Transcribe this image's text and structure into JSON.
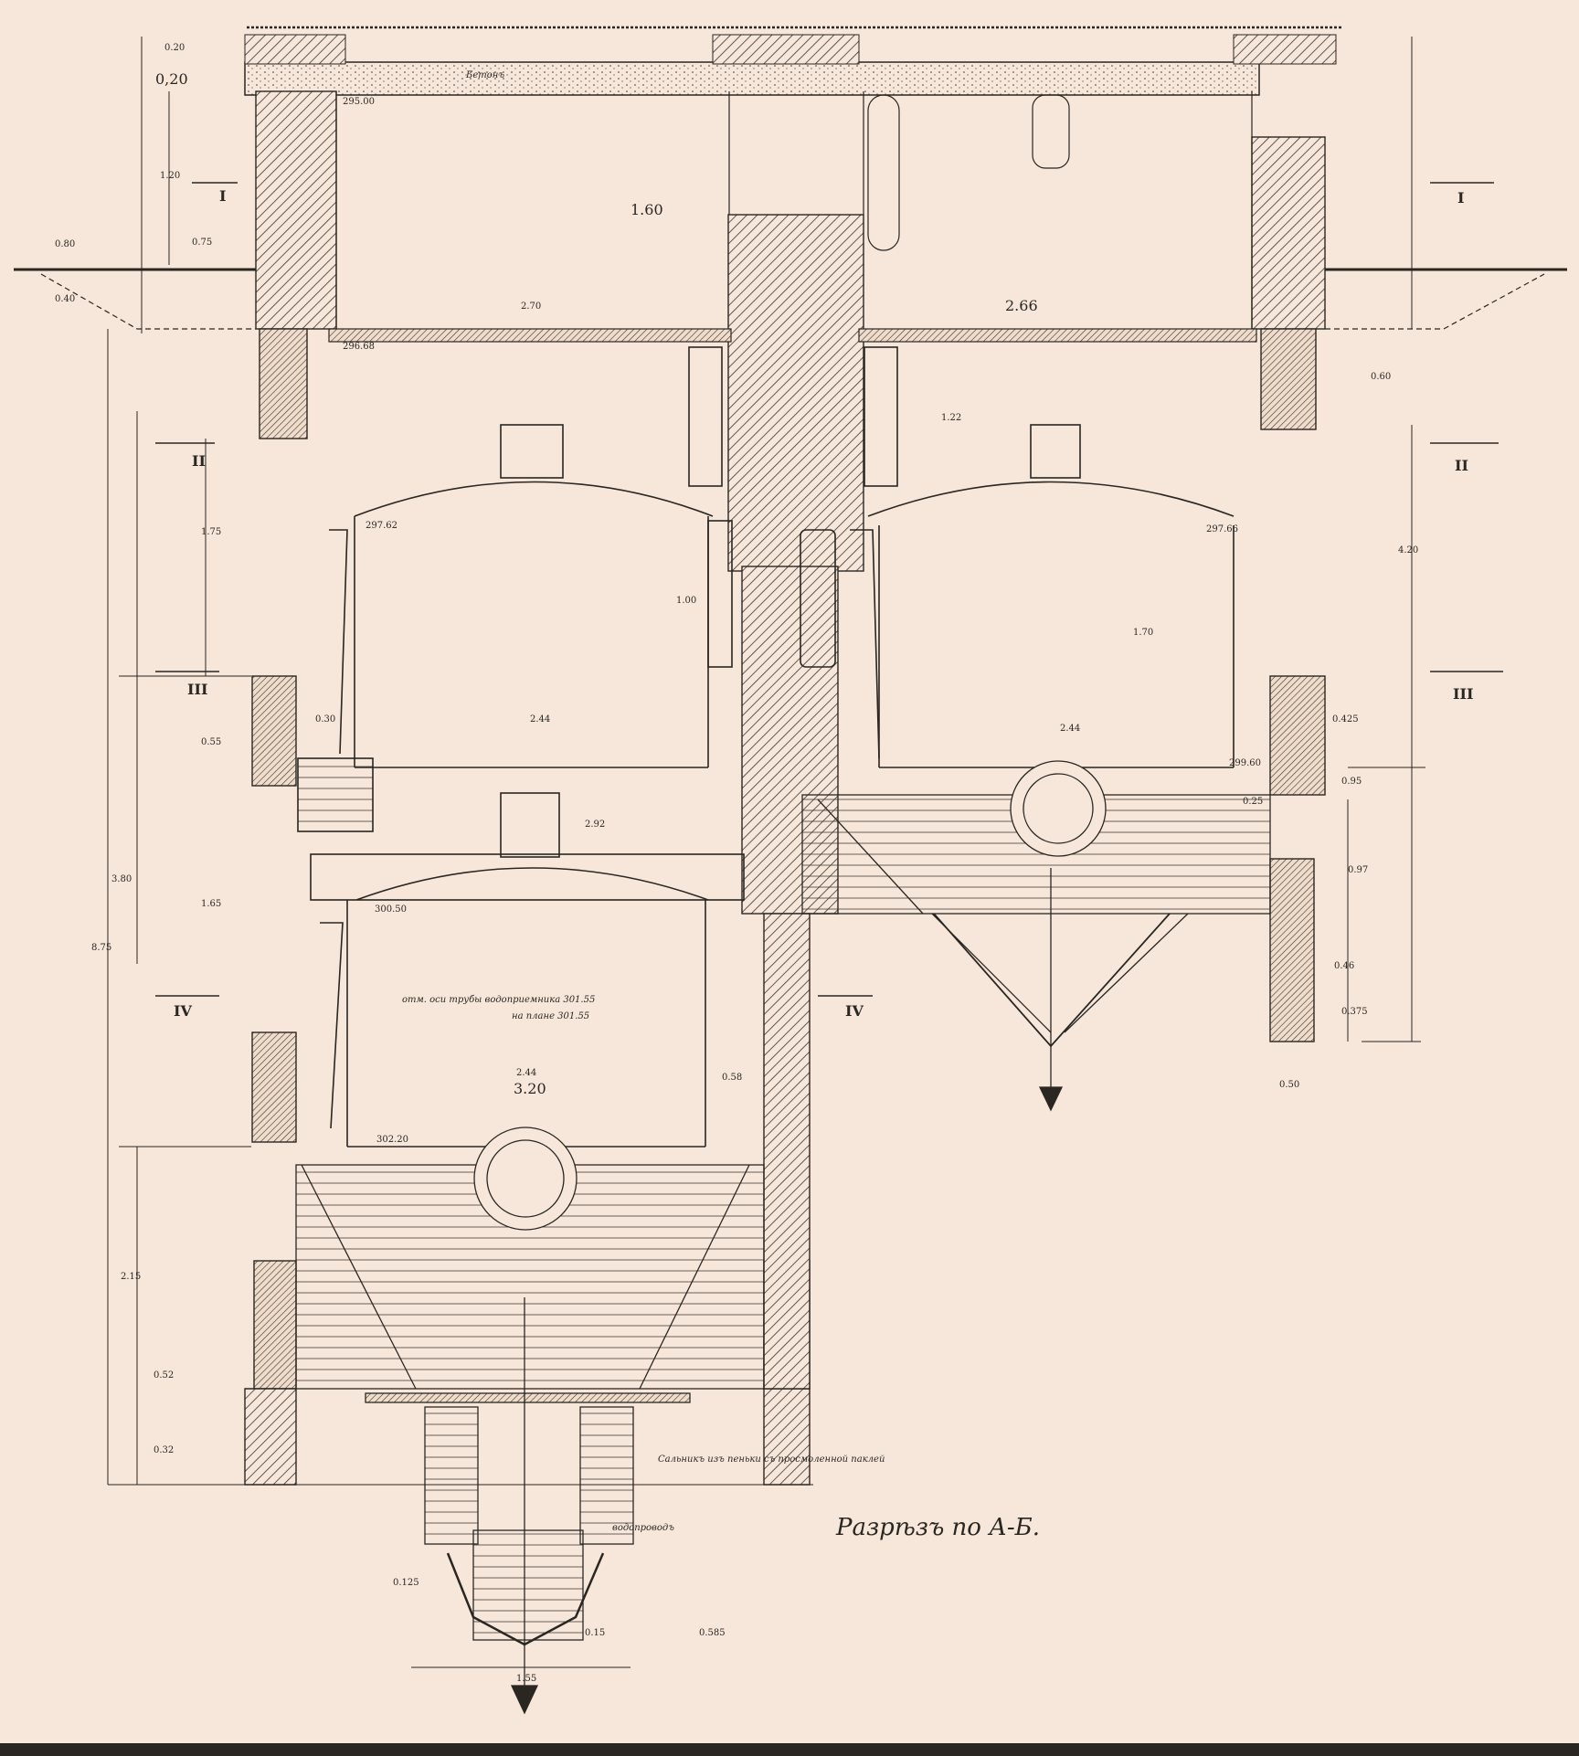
{
  "drawing": {
    "title": "Разрѣзъ по А-Б.",
    "colors": {
      "paper": "#f6e7da",
      "ink": "#2a2622",
      "hatch": "#3a3530"
    },
    "section_marks": [
      "I",
      "I",
      "II",
      "II",
      "III",
      "III",
      "IV",
      "IV"
    ],
    "labels": {
      "top_level": "0,20",
      "room_height": "1.60",
      "slab_note": "Бетонъ",
      "overflow_note": "отм. оси трубы водоприемника 301.55",
      "overflow_note_2": "на плане 301.55",
      "tank_width_upper": "2.44",
      "tank_width_lower": "2.44",
      "tank_span": "3.20",
      "upper_left_span": "2.70",
      "upper_right_span": "2.66",
      "lower_width": "2.92",
      "bottom_width": "1.55",
      "mark_upper_left": "297.62",
      "mark_upper_right": "297.66",
      "mark_lower": "300.50",
      "mark_level_a": "299.60",
      "mark_level_b": "302.20",
      "mark_level_c": "296.68",
      "mark_level_d": "295.00",
      "left_total": "8.75",
      "left_mid": "3.80",
      "left_low": "2.15",
      "right_total": "4.20",
      "note_bottom": "Сальникъ изъ пеньки съ просмоленной паклей",
      "note_pipe": "водопроводъ"
    },
    "dimensions": [
      "0.20",
      "0.40",
      "0.80",
      "0.75",
      "1.20",
      "1.75",
      "1.65",
      "1.22",
      "1.00",
      "1.70",
      "0.55",
      "0.50",
      "0.25",
      "0.58",
      "0.30",
      "0.97",
      "0.95",
      "0.52",
      "0.32",
      "0.125",
      "0.585",
      "0.15",
      "0.425",
      "0.375",
      "0.46",
      "0.60"
    ]
  }
}
